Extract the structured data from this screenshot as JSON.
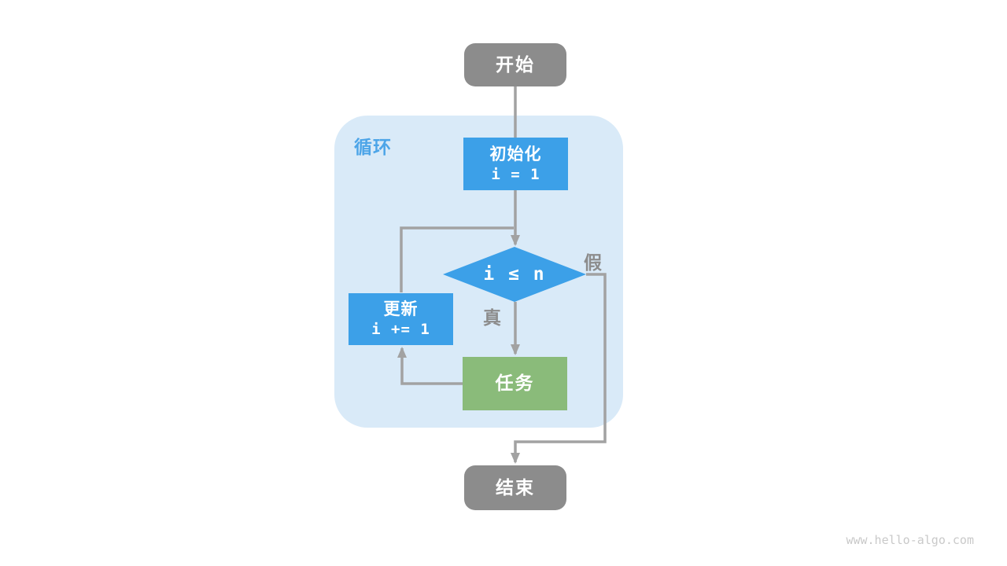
{
  "diagram": {
    "container_label": "循环",
    "nodes": {
      "start": {
        "label": "开始"
      },
      "init": {
        "label": "初始化",
        "code": "i = 1"
      },
      "condition": {
        "label": "i ≤ n"
      },
      "update": {
        "label": "更新",
        "code": "i += 1"
      },
      "task": {
        "label": "任务"
      },
      "end": {
        "label": "结束"
      }
    },
    "edge_labels": {
      "true": "真",
      "false": "假"
    },
    "watermark": "www.hello-algo.com",
    "colors": {
      "node_blue": "#3ca0e8",
      "node_green": "#8abb7a",
      "node_gray": "#8c8c8c",
      "container_light_blue": "#d9eaf8",
      "container_label_blue": "#4da5e8",
      "edge_gray": "#a2a2a2",
      "edge_label_gray": "#8c8c8c",
      "watermark_gray": "#c9c9c9"
    }
  }
}
